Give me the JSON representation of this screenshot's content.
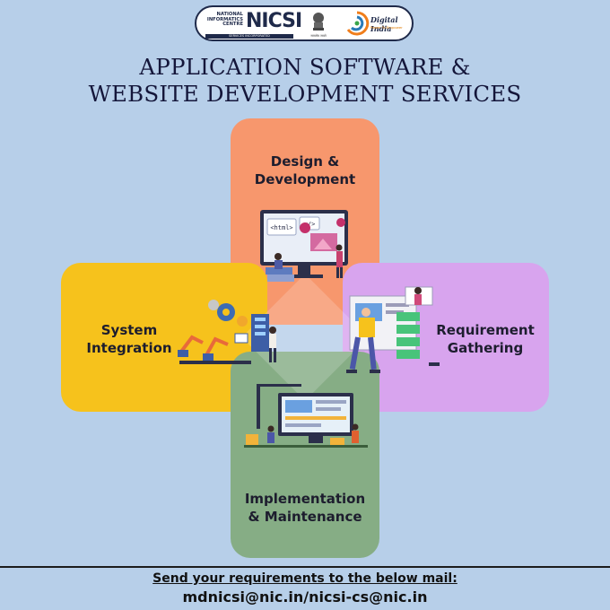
{
  "logos": {
    "nic_lines": [
      "NATIONAL",
      "INFORMATICS",
      "CENTRE"
    ],
    "nicsi_word": "NICSI",
    "nicsi_subtitle": "SERVICES INCORPORATED",
    "emblem_caption": "सत्यमेव जयते",
    "digital_india_name": "Digital India",
    "digital_india_tagline": "Power To Empower"
  },
  "title": {
    "line1": "APPLICATION SOFTWARE &",
    "line2": "WEBSITE DEVELOPMENT SERVICES"
  },
  "services": {
    "top": {
      "line1": "Design &",
      "line2": "Development"
    },
    "left": {
      "line1": "System",
      "line2": "Integration"
    },
    "right": {
      "line1": "Requirement",
      "line2": "Gathering"
    },
    "bottom": {
      "line1": "Implementation",
      "line2": "& Maintenance"
    }
  },
  "illustration_labels": {
    "html_tag": "<html>",
    "code_tag": "</>"
  },
  "footer": {
    "instruction": "Send your requirements to the below mail:",
    "emails": "mdnicsi@nic.in/nicsi-cs@nic.in"
  },
  "colors": {
    "background": "#b7cfe9",
    "design_panel": "#f7976d",
    "integration_panel": "#f6c21c",
    "requirement_panel": "#d8a4ee",
    "implementation_panel": "#86ad85",
    "title_text": "#14163a"
  }
}
